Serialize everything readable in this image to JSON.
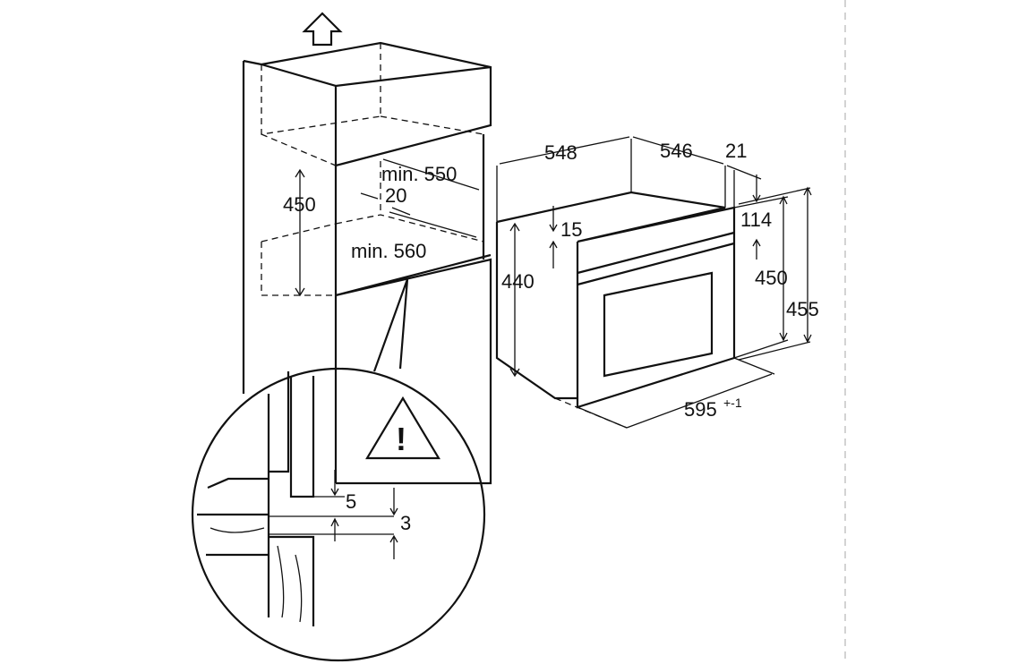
{
  "dimensions": {
    "niche_height": "450",
    "niche_depth_min": "min. 550",
    "gap": "20",
    "niche_width_min": "min. 560",
    "oven_depth": "548",
    "oven_depth_front": "546",
    "panel_thickness": "21",
    "top_offset": "15",
    "oven_height": "440",
    "front_top": "114",
    "front_height": "450",
    "total_height": "455",
    "width": "595",
    "width_tolerance": "+-1",
    "detail_gap": "5",
    "detail_step": "3"
  },
  "colors": {
    "line": "#111111",
    "border": "#bbbbbb"
  }
}
